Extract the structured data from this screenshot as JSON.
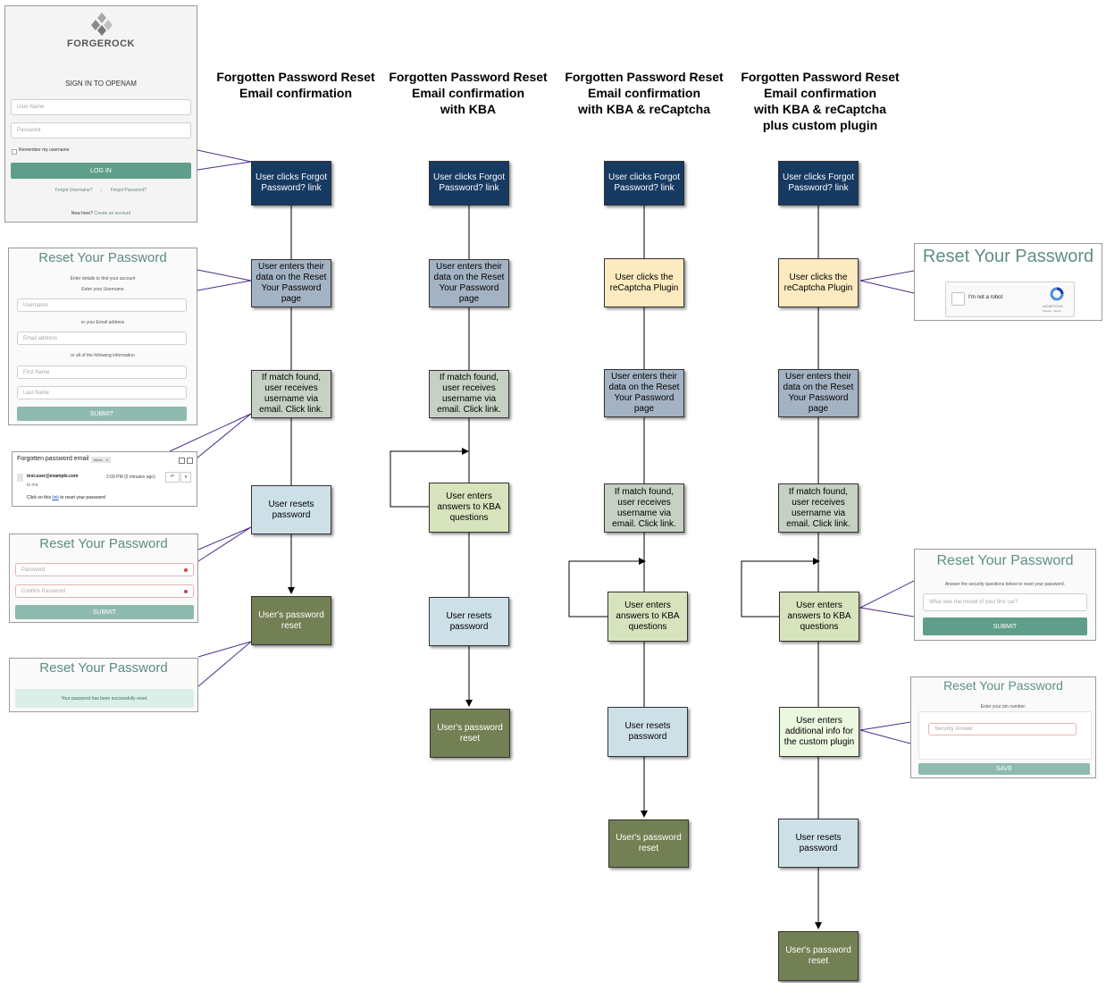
{
  "columns": [
    {
      "title_lines": [
        "Forgotten Password Reset",
        "Email confirmation"
      ]
    },
    {
      "title_lines": [
        "Forgotten Password Reset",
        "Email confirmation",
        "with KBA"
      ]
    },
    {
      "title_lines": [
        "Forgotten Password Reset",
        "Email confirmation",
        "with KBA & reCaptcha"
      ]
    },
    {
      "title_lines": [
        "Forgotten Password Reset",
        "Email confirmation",
        "with KBA & reCaptcha",
        "plus custom plugin"
      ]
    }
  ],
  "steps": {
    "clicks_forgot": "User clicks Forgot Password? link",
    "enters_data": "User enters their data on the Reset Your Password page",
    "match_found": "If match found, user receives username via email. Click link.",
    "user_resets": "User resets password",
    "password_reset": "User's password reset",
    "kba_answers": "User enters answers to KBA questions",
    "recaptcha": "User clicks the reCaptcha Plugin",
    "custom_plugin": "User enters additional info for the custom plugin"
  },
  "signin_panel": {
    "brand": "FORGEROCK",
    "heading": "SIGN IN TO OPENAM",
    "username_placeholder": "User Name",
    "password_placeholder": "Password",
    "remember_label": "Remember my username",
    "login_button": "LOG IN",
    "forgot_username": "Forgot Username?",
    "separator": "|",
    "forgot_password": "Forgot Password?",
    "new_here": "New here?",
    "create_account": "Create an account"
  },
  "reset_panel": {
    "title": "Reset Your Password",
    "intro": "Enter details to find your account",
    "username_label": "Enter your Username",
    "username_placeholder": "Username",
    "or_email": "or your Email address",
    "email_placeholder": "Email address",
    "or_all": "or all of the following information",
    "first_name": "First Name",
    "last_name": "Last Name",
    "submit": "SUBMIT"
  },
  "email_panel": {
    "subject": "Forgotten password email",
    "inbox_tag": "Inbox",
    "tag_close": "x",
    "sender": "test.user@example.com",
    "time": "2:09 PM (0 minutes ago)",
    "to": "to me",
    "body_before": "Click on this",
    "link_text": "link",
    "body_after": "to reset your password"
  },
  "new_password_panel": {
    "title": "Reset Your Password",
    "password_placeholder": "Password",
    "confirm_placeholder": "Confirm Password",
    "submit": "SUBMIT"
  },
  "success_panel": {
    "title": "Reset Your Password",
    "message": "Your password has been successfully reset."
  },
  "captcha_panel": {
    "title": "Reset Your Password",
    "checkbox_label": "I'm not a robot",
    "brand": "reCAPTCHA",
    "links": "Privacy - Terms"
  },
  "kba_panel": {
    "title": "Reset Your Password",
    "instruction": "Answer the security questions below to reset your password.",
    "question_placeholder": "What was the model of your first car?",
    "submit": "SUBMIT"
  },
  "pin_panel": {
    "title": "Reset Your Password",
    "instruction": "Enter your pin number:",
    "answer_placeholder": "Security Answer",
    "save": "SAVE"
  },
  "colors": {
    "start": "#173a63",
    "data_entry": "#a4b3c4",
    "match_found": "#c6d1c3",
    "kba": "#d7e3bd",
    "resets": "#cde0e8",
    "final": "#738053",
    "captcha": "#fcebc0",
    "custom_plugin": "#ecf7e0",
    "callout_lines": "#4b2a8a",
    "brand_teal": "#5b8c84"
  }
}
